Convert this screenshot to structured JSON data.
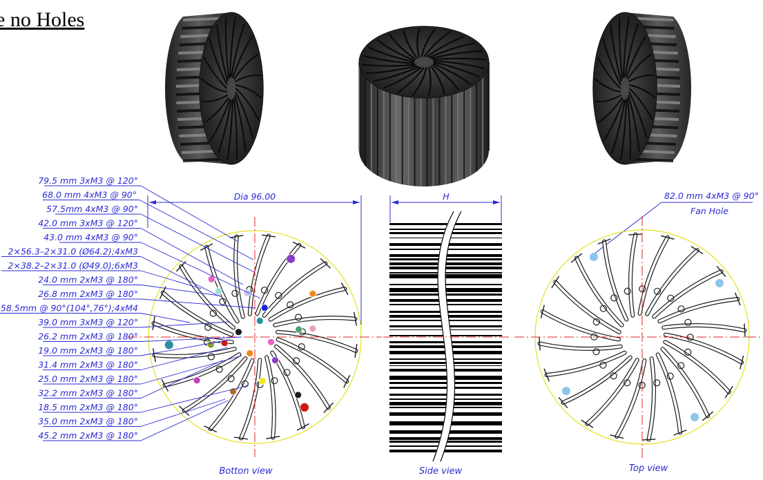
{
  "title": "e no Holes",
  "bottom_view": {
    "caption": "Botton view",
    "dimension": "Dia 96.00",
    "annotations": [
      "79.5 mm 3xM3 @ 120°",
      "68.0 mm 4xM3 @ 90°",
      "57.5mm 4xM3 @ 90°",
      "42.0 mm 3xM3 @ 120°",
      "43.0 mm 4xM3 @ 90°",
      "2×56.3–2×31.0 (Ø64.2);4xM3",
      "2×38.2–2×31.0 (Ø49.0);6xM3",
      "24.0 mm 2xM3 @ 180°",
      "26.8 mm 2xM3 @ 180°",
      "58.5mm @ 90°(104°,76°);4xM4",
      "39.0 mm 3xM3 @ 120°",
      "26.2 mm 2xM3 @ 180°",
      "19.0 mm 2xM3 @ 180°",
      "31.4 mm 2xM3 @ 180°",
      "25.0 mm 2xM3 @ 180°",
      "32.2 mm 2xM3 @ 180°",
      "18.5 mm 2xM3 @ 180°",
      "35.0 mm 2xM3 @ 180°",
      "45.2 mm 2xM3 @ 180°"
    ]
  },
  "side_view": {
    "caption": "Side view",
    "dimension": "H"
  },
  "top_view": {
    "caption": "Top view",
    "annotation": "82.0 mm 4xM3 @ 90°",
    "annotation_sub": "Fan Hole"
  },
  "colors": {
    "annotation": "#2a2ad6",
    "centerline": "#e02020",
    "outline": "#1a1a1a",
    "circle": "#e6e020",
    "render_dark": "#2b2b2b",
    "render_light": "#6a6a6a"
  }
}
